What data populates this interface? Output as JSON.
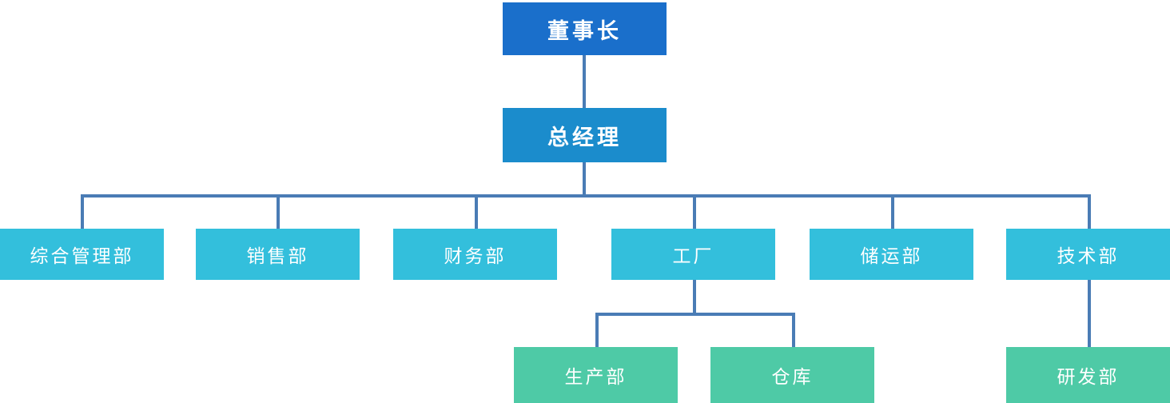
{
  "chart_data": {
    "type": "diagram",
    "diagram_kind": "organizational-chart",
    "orientation": "top-down",
    "title": "",
    "colors": {
      "board_blue": "#1a6fcb",
      "manager_blue": "#1b8ccc",
      "department_cyan": "#33bfdc",
      "subunit_green": "#4ecaa6",
      "connector_blue": "#4a7cb5",
      "label_text": "#ffffff",
      "background": "#ffffff"
    },
    "levels": [
      {
        "level": 1,
        "name": "board",
        "node_ids": [
          "chairman"
        ]
      },
      {
        "level": 2,
        "name": "executive",
        "node_ids": [
          "general-manager"
        ]
      },
      {
        "level": 3,
        "name": "departments",
        "node_ids": [
          "admin-dept",
          "sales-dept",
          "finance-dept",
          "factory",
          "storage-transport-dept",
          "technology-dept"
        ]
      },
      {
        "level": 4,
        "name": "sub-units",
        "node_ids": [
          "production-dept",
          "warehouse",
          "rnd-dept"
        ]
      }
    ],
    "edges": [
      {
        "from": "chairman",
        "to": "general-manager"
      },
      {
        "from": "general-manager",
        "to": "admin-dept"
      },
      {
        "from": "general-manager",
        "to": "sales-dept"
      },
      {
        "from": "general-manager",
        "to": "finance-dept"
      },
      {
        "from": "general-manager",
        "to": "factory"
      },
      {
        "from": "general-manager",
        "to": "storage-transport-dept"
      },
      {
        "from": "general-manager",
        "to": "technology-dept"
      },
      {
        "from": "factory",
        "to": "production-dept"
      },
      {
        "from": "factory",
        "to": "warehouse"
      },
      {
        "from": "technology-dept",
        "to": "rnd-dept"
      }
    ]
  },
  "nodes": {
    "chairman": {
      "label": "董事长",
      "tier": "board"
    },
    "general_manager": {
      "label": "总经理",
      "tier": "executive"
    },
    "admin_dept": {
      "label": "综合管理部",
      "tier": "department"
    },
    "sales_dept": {
      "label": "销售部",
      "tier": "department"
    },
    "finance_dept": {
      "label": "财务部",
      "tier": "department"
    },
    "factory": {
      "label": "工厂",
      "tier": "department"
    },
    "storage_transport_dept": {
      "label": "储运部",
      "tier": "department"
    },
    "technology_dept": {
      "label": "技术部",
      "tier": "department"
    },
    "production_dept": {
      "label": "生产部",
      "tier": "subunit"
    },
    "warehouse": {
      "label": "仓库",
      "tier": "subunit"
    },
    "rnd_dept": {
      "label": "研发部",
      "tier": "subunit"
    }
  }
}
